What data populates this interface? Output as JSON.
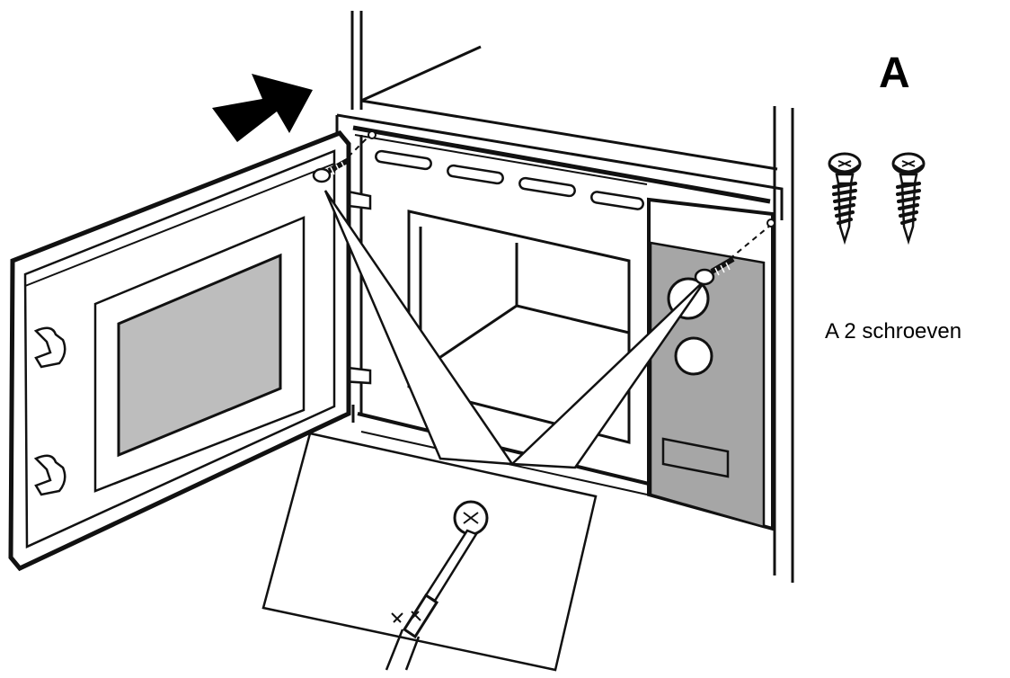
{
  "parts": {
    "letter": "A",
    "caption": "A 2 schroeven",
    "screw_count": 2
  },
  "colors": {
    "line": "#111111",
    "panel_grey": "#a6a6a6",
    "window_grey": "#bdbdbd",
    "background": "#ffffff"
  }
}
